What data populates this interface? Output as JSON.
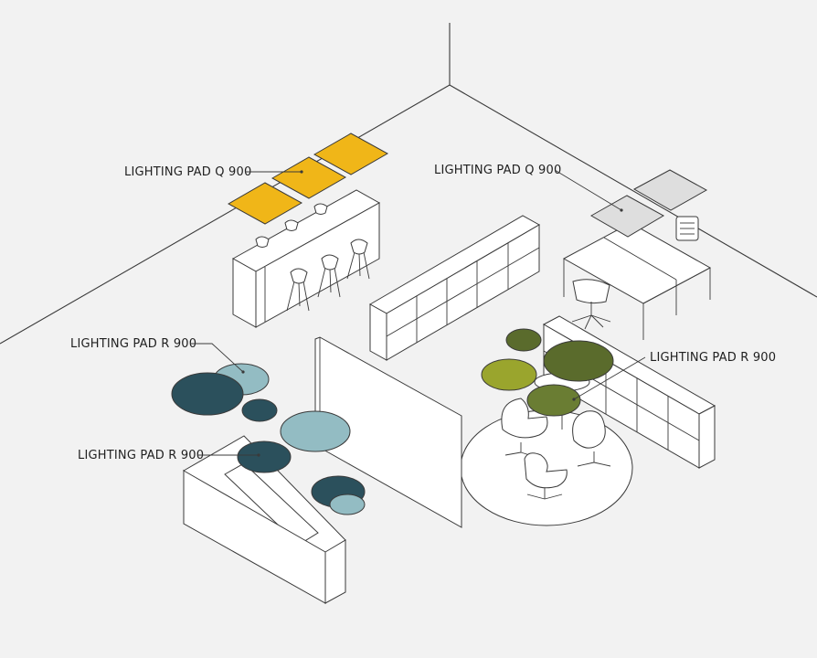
{
  "labels": {
    "q_left": "LIGHTING PAD Q 900",
    "q_right": "LIGHTING PAD Q 900",
    "r_upper_left": "LIGHTING PAD R 900",
    "r_lower_left": "LIGHTING PAD R 900",
    "r_right": "LIGHTING PAD R 900"
  },
  "colors": {
    "background": "#f2f2f2",
    "line": "#3a3a3a",
    "pad_yellow": "#f0b618",
    "pad_grey": "#dedede",
    "pad_teal_dark": "#2b505c",
    "pad_teal_light": "#93bcc3",
    "pad_olive_dark": "#5a6b2c",
    "pad_olive_mid": "#6a7d33",
    "pad_olive_light": "#9aa52d"
  }
}
